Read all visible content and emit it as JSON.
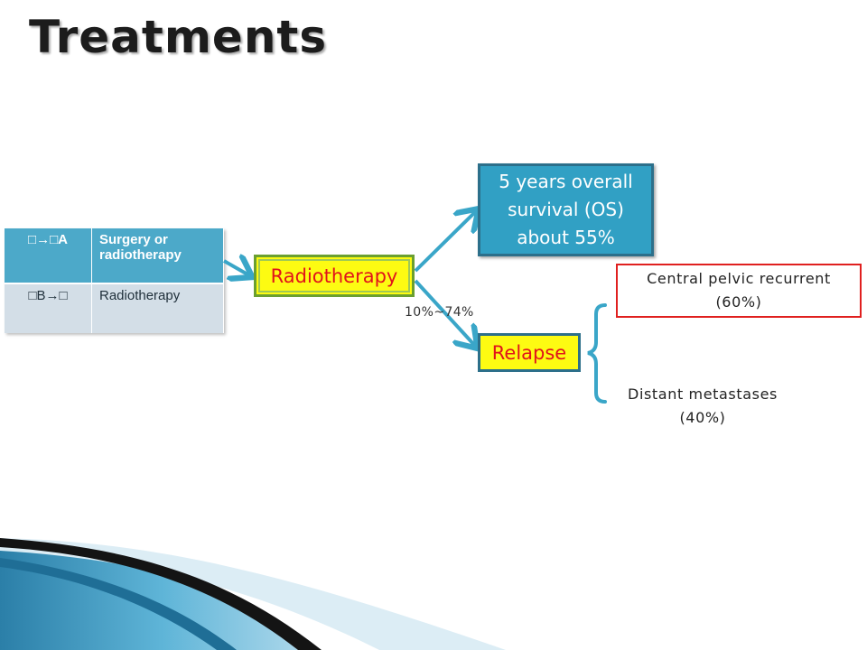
{
  "slide": {
    "title": "Treatments"
  },
  "stage_table": {
    "rows": [
      {
        "stage": "□→□A",
        "treatment": "Surgery or radiotherapy"
      },
      {
        "stage": "□B→□",
        "treatment": "Radiotherapy"
      }
    ]
  },
  "flow": {
    "radiotherapy": "Radiotherapy",
    "survival": "5 years overall\nsurvival (OS)\nabout 55%",
    "relapse_rate": "10%~74%",
    "relapse": "Relapse",
    "outcomes": {
      "central": "Central pelvic recurrent\n(60%)",
      "distant": "Distant metastases\n(40%)"
    }
  },
  "colors": {
    "title_text": "#1c1c1c",
    "table_header_fill": "#4ca9c9",
    "table_row_fill": "#d3dee7",
    "node_yellow": "#fdfb12",
    "node_red_text": "#e1131b",
    "node_blue": "#31a0c4",
    "arrow": "#3aa6c8",
    "outcome_border": "#e0201f"
  },
  "icons": {
    "arrow": "arrow-head"
  }
}
